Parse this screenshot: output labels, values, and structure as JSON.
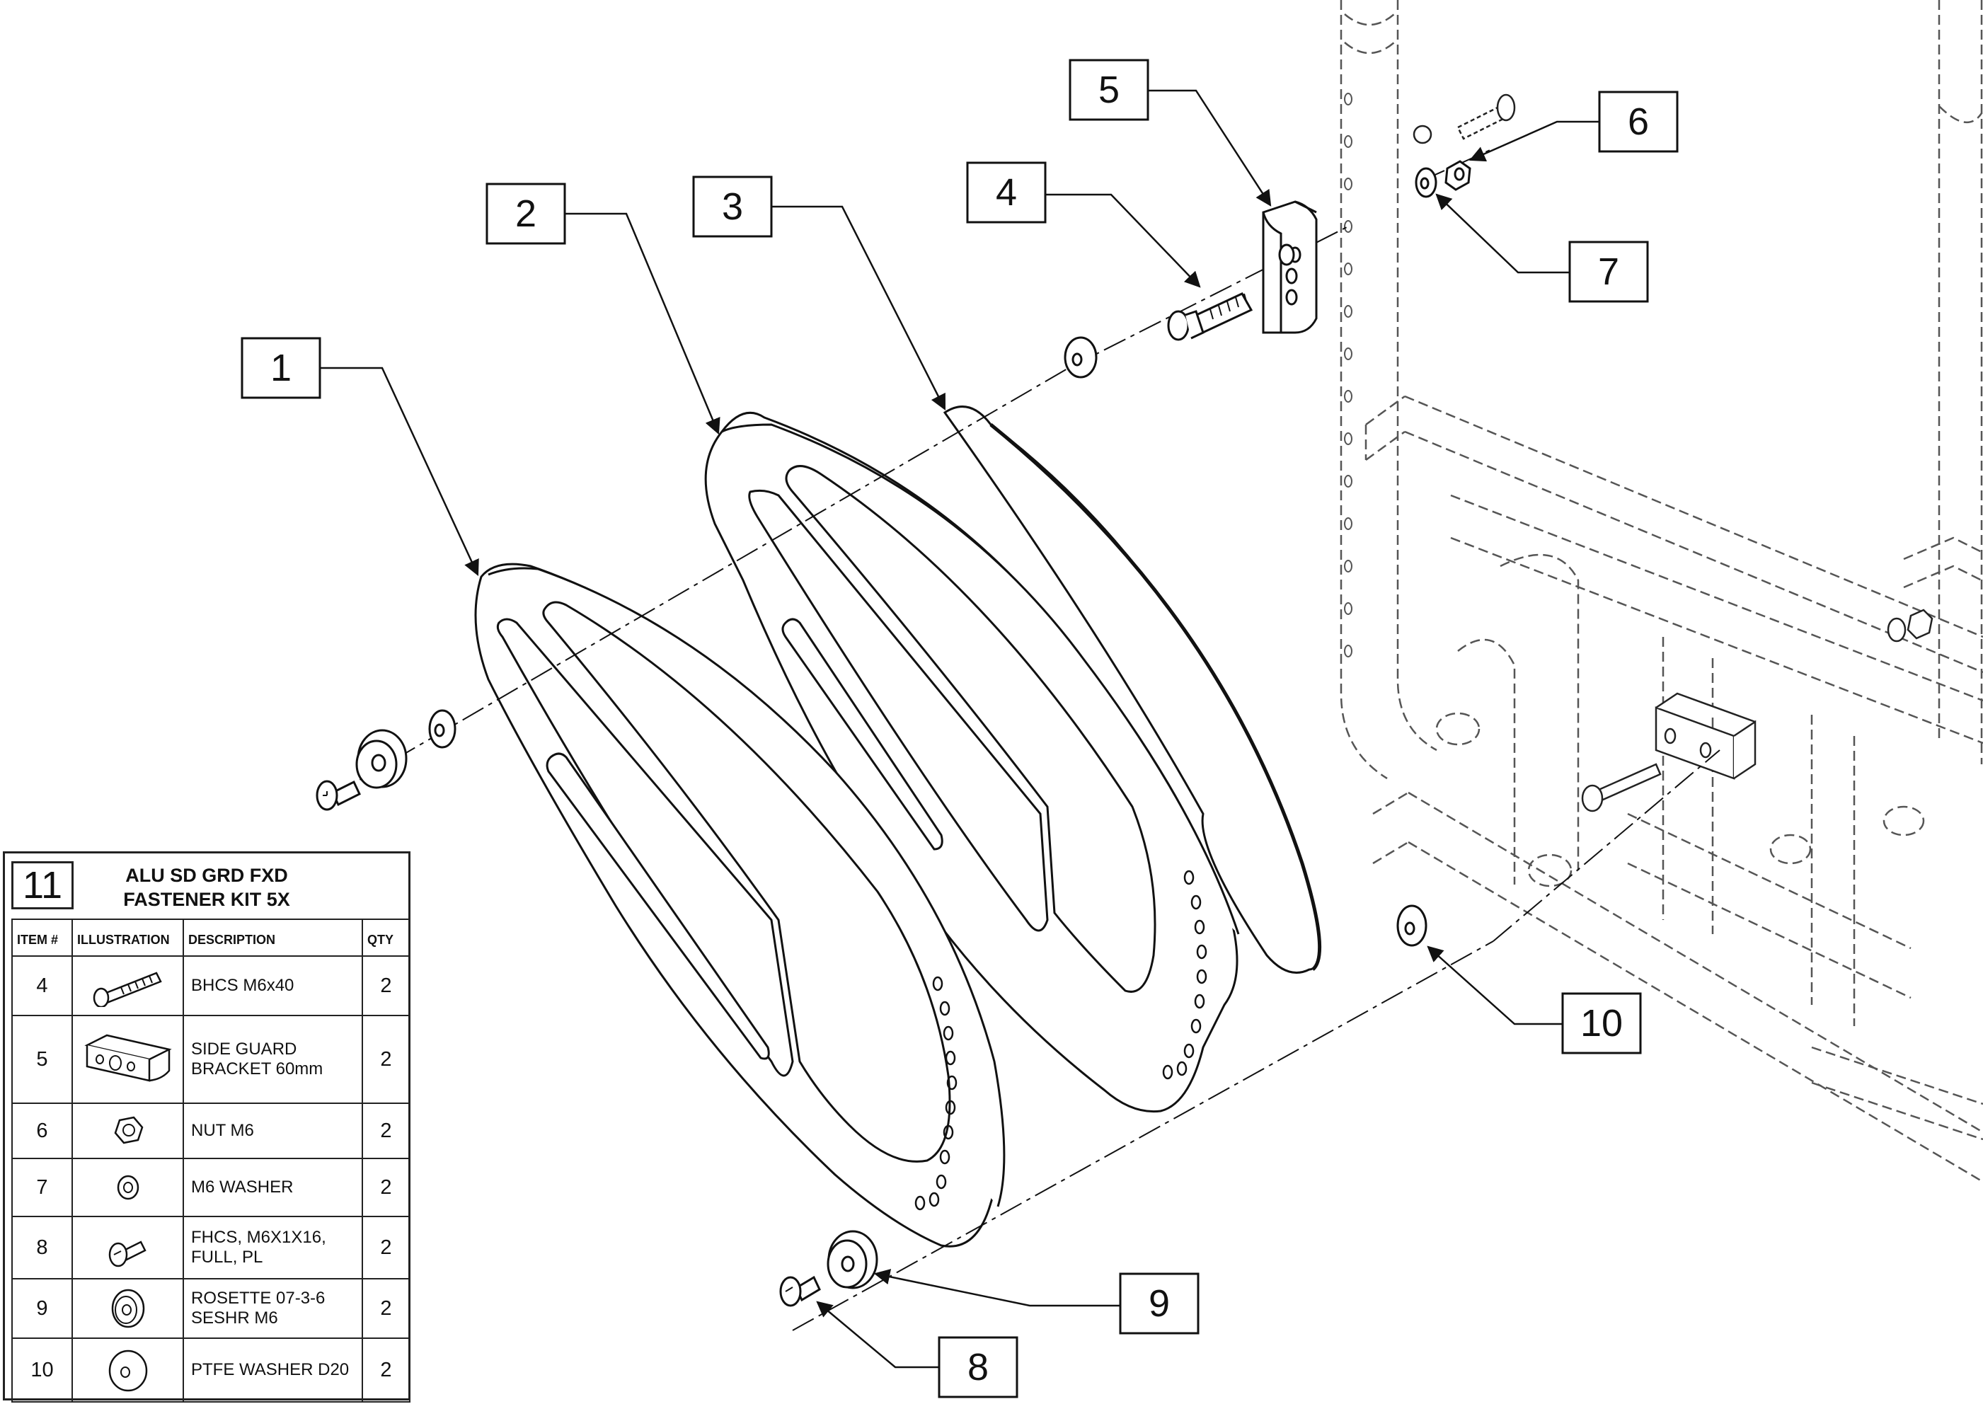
{
  "callouts": [
    "1",
    "2",
    "3",
    "4",
    "5",
    "6",
    "7",
    "8",
    "9",
    "10"
  ],
  "kit": {
    "number": "11",
    "title_line1": "ALU SD GRD FXD",
    "title_line2": "FASTENER KIT 5X",
    "headers": {
      "item": "ITEM #",
      "illustration": "ILLUSTRATION",
      "description": "DESCRIPTION",
      "qty": "QTY"
    },
    "rows": [
      {
        "item": "4",
        "icon": "bolt-long-icon",
        "desc_line1": "BHCS M6x40",
        "desc_line2": "",
        "qty": "2"
      },
      {
        "item": "5",
        "icon": "bracket-icon",
        "desc_line1": "SIDE GUARD",
        "desc_line2": "BRACKET 60mm",
        "qty": "2"
      },
      {
        "item": "6",
        "icon": "hex-nut-icon",
        "desc_line1": "NUT M6",
        "desc_line2": "",
        "qty": "2"
      },
      {
        "item": "7",
        "icon": "washer-icon",
        "desc_line1": "M6 WASHER",
        "desc_line2": "",
        "qty": "2"
      },
      {
        "item": "8",
        "icon": "flat-screw-icon",
        "desc_line1": "FHCS, M6X1X16,",
        "desc_line2": "FULL, PL",
        "qty": "2"
      },
      {
        "item": "9",
        "icon": "rosette-icon",
        "desc_line1": "ROSETTE 07-3-6",
        "desc_line2": "SESHR M6",
        "qty": "2"
      },
      {
        "item": "10",
        "icon": "ptfe-washer-icon",
        "desc_line1": "PTFE WASHER D20",
        "desc_line2": "",
        "qty": "2"
      }
    ]
  }
}
